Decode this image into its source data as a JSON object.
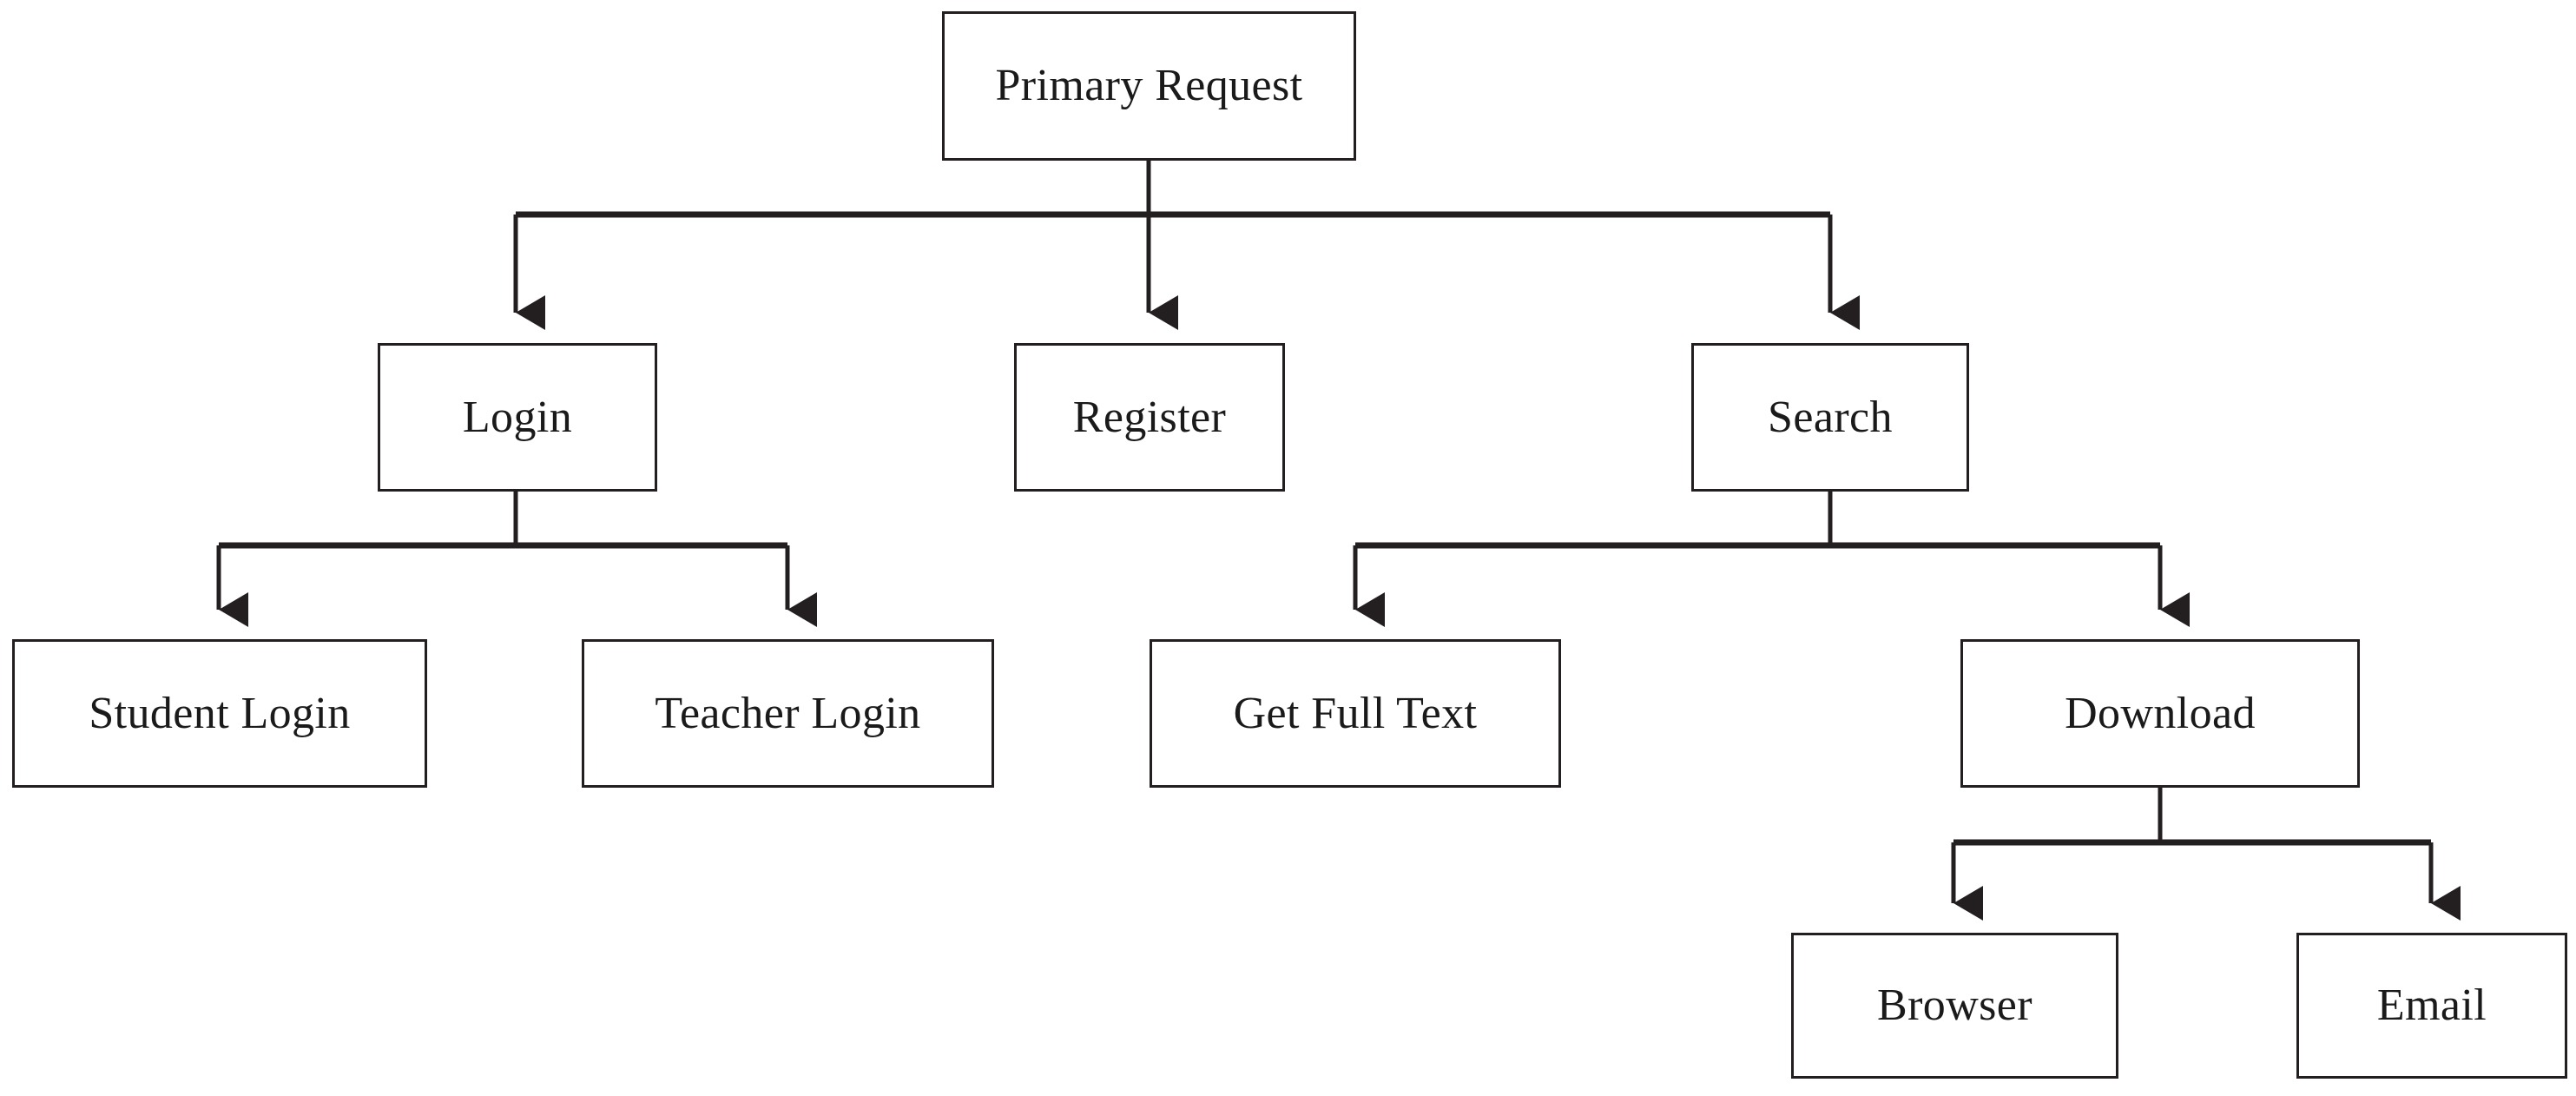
{
  "diagram": {
    "title": "Primary Request",
    "type": "flowchart-tree",
    "orientation": "top-down",
    "colors": {
      "background": "#ffffff",
      "node_fill": "#ffffff",
      "node_border": "#231f20",
      "edge": "#231f20",
      "label_text": "#1a1a1a"
    },
    "nodes": [
      {
        "id": "primary-request",
        "label": "Primary Request",
        "level": 0
      },
      {
        "id": "login",
        "label": "Login",
        "level": 1
      },
      {
        "id": "register",
        "label": "Register",
        "level": 1
      },
      {
        "id": "search",
        "label": "Search",
        "level": 1
      },
      {
        "id": "student-login",
        "label": "Student Login",
        "level": 2
      },
      {
        "id": "teacher-login",
        "label": "Teacher Login",
        "level": 2
      },
      {
        "id": "get-full-text",
        "label": "Get Full Text",
        "level": 2
      },
      {
        "id": "download",
        "label": "Download",
        "level": 2
      },
      {
        "id": "browser",
        "label": "Browser",
        "level": 3
      },
      {
        "id": "email",
        "label": "Email",
        "level": 3
      }
    ],
    "edges": [
      {
        "from": "primary-request",
        "to": "login"
      },
      {
        "from": "primary-request",
        "to": "register"
      },
      {
        "from": "primary-request",
        "to": "search"
      },
      {
        "from": "login",
        "to": "student-login"
      },
      {
        "from": "login",
        "to": "teacher-login"
      },
      {
        "from": "search",
        "to": "get-full-text"
      },
      {
        "from": "search",
        "to": "download"
      },
      {
        "from": "download",
        "to": "browser"
      },
      {
        "from": "download",
        "to": "email"
      }
    ]
  }
}
